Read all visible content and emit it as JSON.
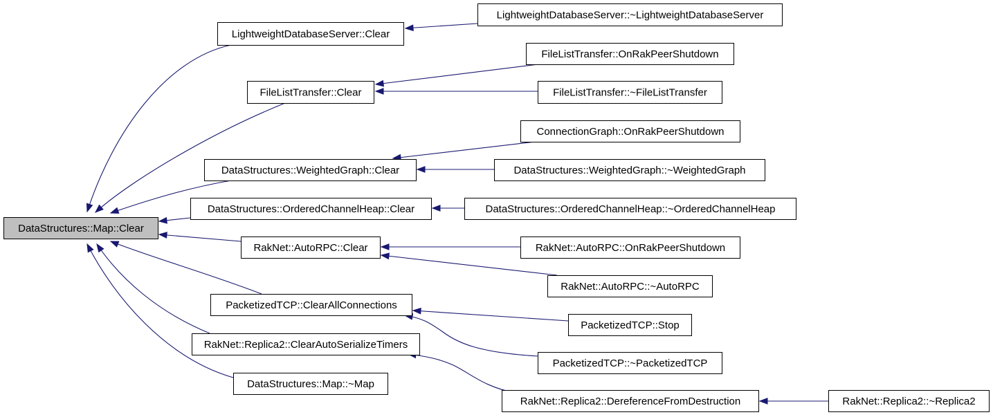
{
  "colors": {
    "edge": "#191970",
    "root_fill": "#bfbfbf",
    "node_fill": "#ffffff",
    "border": "#000000"
  },
  "nodes": [
    {
      "id": "n0",
      "label": "DataStructures::Map::Clear",
      "root": true
    },
    {
      "id": "n1",
      "label": "LightweightDatabaseServer::Clear"
    },
    {
      "id": "n2",
      "label": "LightweightDatabaseServer::~LightweightDatabaseServer"
    },
    {
      "id": "n3",
      "label": "FileListTransfer::Clear"
    },
    {
      "id": "n4",
      "label": "FileListTransfer::OnRakPeerShutdown"
    },
    {
      "id": "n5",
      "label": "FileListTransfer::~FileListTransfer"
    },
    {
      "id": "n6",
      "label": "DataStructures::WeightedGraph::Clear"
    },
    {
      "id": "n7",
      "label": "ConnectionGraph::OnRakPeerShutdown"
    },
    {
      "id": "n8",
      "label": "DataStructures::WeightedGraph::~WeightedGraph"
    },
    {
      "id": "n9",
      "label": "DataStructures::OrderedChannelHeap::Clear"
    },
    {
      "id": "n10",
      "label": "DataStructures::OrderedChannelHeap::~OrderedChannelHeap"
    },
    {
      "id": "n11",
      "label": "RakNet::AutoRPC::Clear"
    },
    {
      "id": "n12",
      "label": "RakNet::AutoRPC::OnRakPeerShutdown"
    },
    {
      "id": "n13",
      "label": "RakNet::AutoRPC::~AutoRPC"
    },
    {
      "id": "n14",
      "label": "PacketizedTCP::ClearAllConnections"
    },
    {
      "id": "n15",
      "label": "PacketizedTCP::Stop"
    },
    {
      "id": "n16",
      "label": "PacketizedTCP::~PacketizedTCP"
    },
    {
      "id": "n17",
      "label": "RakNet::Replica2::ClearAutoSerializeTimers"
    },
    {
      "id": "n18",
      "label": "RakNet::Replica2::DereferenceFromDestruction"
    },
    {
      "id": "n19",
      "label": "RakNet::Replica2::~Replica2"
    },
    {
      "id": "n20",
      "label": "DataStructures::Map::~Map"
    }
  ],
  "edges": [
    {
      "from": "n1",
      "to": "n0"
    },
    {
      "from": "n3",
      "to": "n0"
    },
    {
      "from": "n6",
      "to": "n0"
    },
    {
      "from": "n9",
      "to": "n0"
    },
    {
      "from": "n11",
      "to": "n0"
    },
    {
      "from": "n14",
      "to": "n0"
    },
    {
      "from": "n17",
      "to": "n0"
    },
    {
      "from": "n20",
      "to": "n0"
    },
    {
      "from": "n2",
      "to": "n1"
    },
    {
      "from": "n4",
      "to": "n3"
    },
    {
      "from": "n5",
      "to": "n3"
    },
    {
      "from": "n7",
      "to": "n6"
    },
    {
      "from": "n8",
      "to": "n6"
    },
    {
      "from": "n10",
      "to": "n9"
    },
    {
      "from": "n12",
      "to": "n11"
    },
    {
      "from": "n13",
      "to": "n11"
    },
    {
      "from": "n15",
      "to": "n14"
    },
    {
      "from": "n16",
      "to": "n14"
    },
    {
      "from": "n18",
      "to": "n17"
    },
    {
      "from": "n19",
      "to": "n18"
    }
  ]
}
